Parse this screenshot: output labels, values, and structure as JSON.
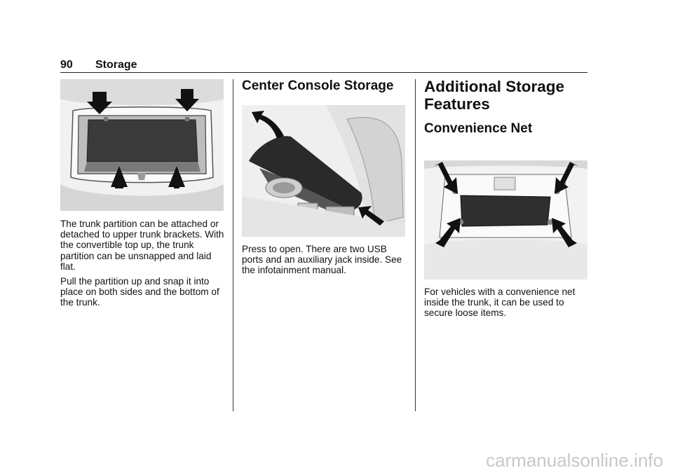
{
  "header": {
    "page_number": "90",
    "section": "Storage"
  },
  "left": {
    "figure_alt": "trunk-partition-illustration",
    "paragraphs": [
      "The trunk partition can be attached or detached to upper trunk brackets. With the convertible top up, the trunk partition can be unsnapped and laid flat.",
      "Pull the partition up and snap it into place on both sides and the bottom of the trunk."
    ]
  },
  "middle": {
    "heading": "Center Console Storage",
    "figure_alt": "center-console-illustration",
    "paragraph": "Press to open. There are two USB ports and an auxiliary jack inside. See the infotainment manual."
  },
  "right": {
    "heading_line1": "Additional Storage",
    "heading_line2": "Features",
    "subheading": "Convenience Net",
    "figure_alt": "convenience-net-illustration",
    "paragraph": "For vehicles with a convenience net inside the trunk, it can be used to secure loose items."
  },
  "watermark": "carmanualsonline.info"
}
